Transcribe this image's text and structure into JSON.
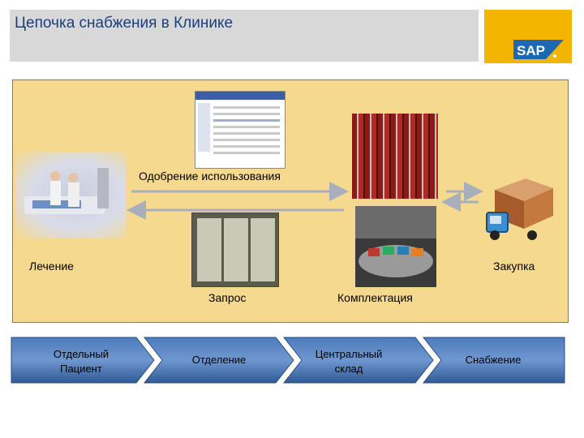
{
  "header": {
    "title": "Цепочка снабжения в Клинике",
    "logo_text": "SAP"
  },
  "diagram": {
    "approval_label": "Одобрение использования",
    "treatment_label": "Лечение",
    "procurement_label": "Закупка",
    "request_label": "Запрос",
    "picking_label": "Комплектация"
  },
  "process": {
    "steps": [
      {
        "label_line1": "Отдельный",
        "label_line2": "Пациент"
      },
      {
        "label_line1": "Отделение",
        "label_line2": ""
      },
      {
        "label_line1": "Центральный",
        "label_line2": "склад"
      },
      {
        "label_line1": "Снабжение",
        "label_line2": ""
      }
    ]
  },
  "colors": {
    "panel_bg": "#f5d98f",
    "chevron_fill": "#3d6aa8",
    "header_bg": "#d8d8d8",
    "logo_bg": "#f3b500",
    "arrow_color": "#a9aebd"
  }
}
